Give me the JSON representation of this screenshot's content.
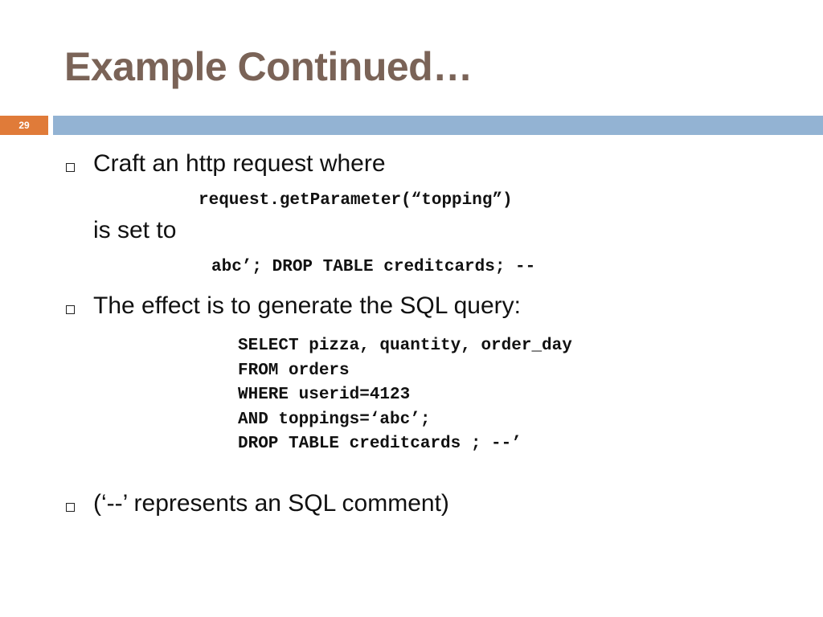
{
  "slide": {
    "title": "Example Continued…",
    "number": "29",
    "colors": {
      "title": "#7a6357",
      "accent_orange": "#e07b39",
      "accent_blue": "#93b3d3"
    }
  },
  "content": {
    "bullet1": {
      "text": "Craft an http request where",
      "code_line": "request.getParameter(“topping”)",
      "continuation": "is set to",
      "injection": "abc’; DROP TABLE creditcards; --"
    },
    "bullet2": {
      "text": "The effect is to generate the SQL query:",
      "query_lines": [
        "SELECT pizza, quantity, order_day",
        "FROM orders",
        "WHERE userid=4123",
        "AND toppings=‘abc’;",
        "DROP TABLE creditcards ; --’"
      ]
    },
    "bullet3": {
      "text": "(‘--’ represents an SQL comment)"
    },
    "bullet_icon": "hollow-square-icon"
  }
}
